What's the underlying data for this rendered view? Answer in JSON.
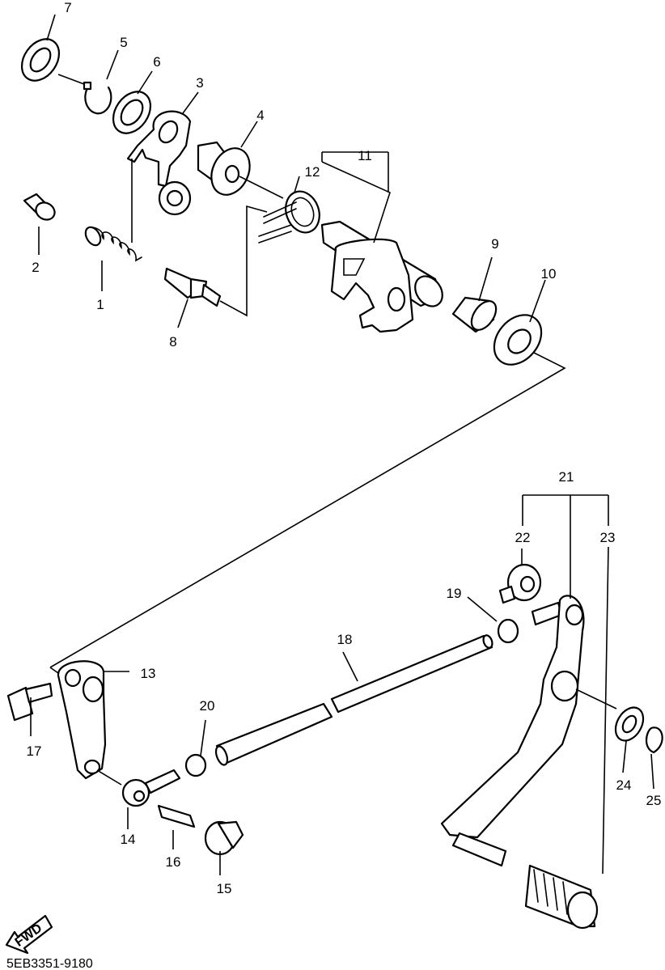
{
  "diagram": {
    "callouts": [
      "1",
      "2",
      "3",
      "4",
      "5",
      "6",
      "7",
      "8",
      "9",
      "10",
      "11",
      "12",
      "13",
      "14",
      "15",
      "16",
      "17",
      "18",
      "19",
      "20",
      "21",
      "22",
      "23",
      "24",
      "25"
    ],
    "fwd_label": "FWD",
    "drawing_code": "5EB3351-9180"
  }
}
